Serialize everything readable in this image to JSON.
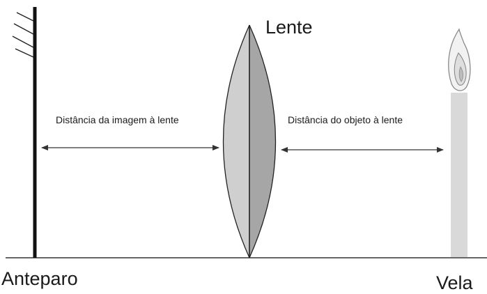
{
  "labels": {
    "lens": "Lente",
    "screen": "Anteparo",
    "candle": "Vela",
    "image_distance": "Distância da imagem à lente",
    "object_distance": "Distância do objeto à lente"
  },
  "colors": {
    "line": "#1a1a1a",
    "lens_left": "#cfcfcf",
    "lens_right": "#a6a6a6",
    "candle_body": "#d9d9d9",
    "flame": "#9a9a9a"
  }
}
